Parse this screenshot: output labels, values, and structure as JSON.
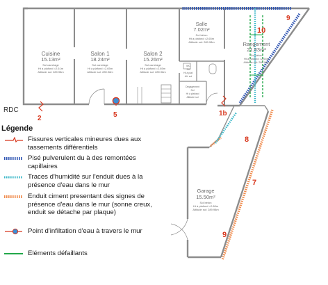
{
  "level_label": "RDC",
  "legend": {
    "title": "Légende",
    "items": [
      {
        "key": "fissures",
        "text": "Fissures verticales mineures dues aux tassements différentiels",
        "color": "#d8381f"
      },
      {
        "key": "pise",
        "text": "Pisé pulverulent du à des remontées capillaires",
        "color": "#2f55b3"
      },
      {
        "key": "humidite",
        "text": "Traces d'humidité sur l'enduit dues à la présence d'eau dans le mur",
        "color": "#3cb8c9"
      },
      {
        "key": "enduit",
        "text": "Enduit ciment presentant des signes de présence d'eau dans le mur (sonne creux, enduit se détache par plaque)",
        "color": "#f08a4b"
      },
      {
        "key": "infiltration",
        "text": "Point d'infiltation d'eau à travers le mur",
        "color": "#3c8fd6"
      },
      {
        "key": "defaillants",
        "text": "Eléments défaillants",
        "color": "#23a84a"
      }
    ]
  },
  "rooms": [
    {
      "id": "cuisine",
      "name": "Cuisine",
      "area": "15.13m²",
      "lines": [
        "Sol carrelage",
        "Ht à plafond =2.61m",
        "Altitude sol: 289.98m"
      ]
    },
    {
      "id": "salon1",
      "name": "Salon 1",
      "area": "18.24m²",
      "lines": [
        "Sol carrelage",
        "Ht à plafond =2.65m",
        "Altitude sol: 289.98m"
      ]
    },
    {
      "id": "salon2",
      "name": "Salon 2",
      "area": "15.26m²",
      "lines": [
        "Sol carrelage",
        "Ht à plafond =2.65m",
        "Altitude sol: 289.98m"
      ]
    },
    {
      "id": "salle",
      "name": "Salle",
      "area": "7.02m²",
      "lines": [
        "Sol béton",
        "Ht à plafond =2.65m",
        "Altitude sol: 289.98m"
      ]
    },
    {
      "id": "rangement",
      "name": "Rangement",
      "area": "21.83m²",
      "lines": [
        "Sol béton",
        "Ht à plafond =2.65m",
        "Altitude sol: 289.98m"
      ]
    },
    {
      "id": "garage",
      "name": "Garage",
      "area": "15.50m²",
      "lines": [
        "Sol béton",
        "Ht à plafond =2.88m",
        "Altitude sol: 289.98m"
      ]
    }
  ],
  "small_rooms": [
    {
      "id": "wc",
      "lines": [
        "WC",
        "Sol",
        "Ht à plaf.",
        "Alt. sol"
      ]
    },
    {
      "id": "degagement",
      "lines": [
        "Dégagement",
        "Sol",
        "Ht à plafond",
        "Altitude sol"
      ]
    }
  ],
  "markers": [
    {
      "id": "m2",
      "text": "2"
    },
    {
      "id": "m5",
      "text": "5"
    },
    {
      "id": "m1b",
      "text": "1b"
    },
    {
      "id": "m7",
      "text": "7"
    },
    {
      "id": "m8",
      "text": "8"
    },
    {
      "id": "m9a",
      "text": "9"
    },
    {
      "id": "m9b",
      "text": "9"
    },
    {
      "id": "m10",
      "text": "10"
    }
  ],
  "colors": {
    "wall": "#8c8c8c",
    "crack": "#d8381f",
    "pise": "#2f55b3",
    "humidity": "#3cb8c9",
    "render": "#f08a4b",
    "infiltration": "#3c8fd6",
    "failing": "#23a84a",
    "marker": "#d8381f"
  }
}
